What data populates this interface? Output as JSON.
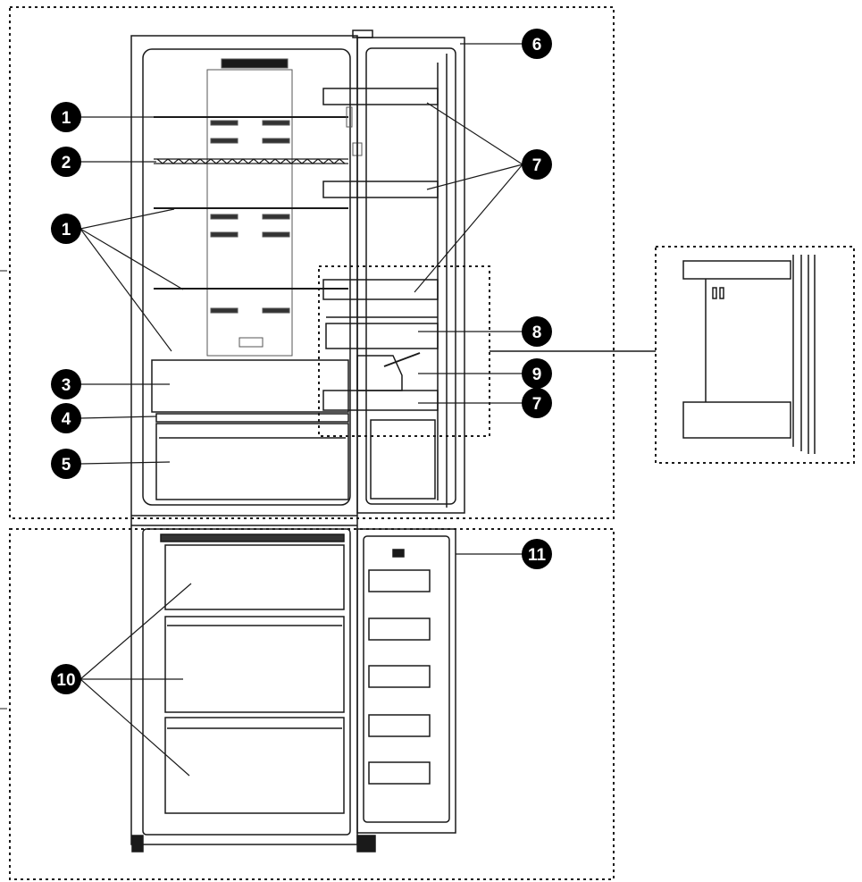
{
  "diagram": {
    "colors": {
      "line": "#1a1a1a",
      "light_line": "#777777",
      "callout_fill": "#000000",
      "callout_text": "#ffffff",
      "background": "#ffffff"
    },
    "callouts": [
      {
        "id": "c1a",
        "label": "1"
      },
      {
        "id": "c2",
        "label": "2"
      },
      {
        "id": "c1b",
        "label": "1"
      },
      {
        "id": "c3",
        "label": "3"
      },
      {
        "id": "c4",
        "label": "4"
      },
      {
        "id": "c5",
        "label": "5"
      },
      {
        "id": "c6",
        "label": "6"
      },
      {
        "id": "c7a",
        "label": "7"
      },
      {
        "id": "c8",
        "label": "8"
      },
      {
        "id": "c9",
        "label": "9"
      },
      {
        "id": "c7b",
        "label": "7"
      },
      {
        "id": "c10",
        "label": "10"
      },
      {
        "id": "c11",
        "label": "11"
      }
    ]
  }
}
